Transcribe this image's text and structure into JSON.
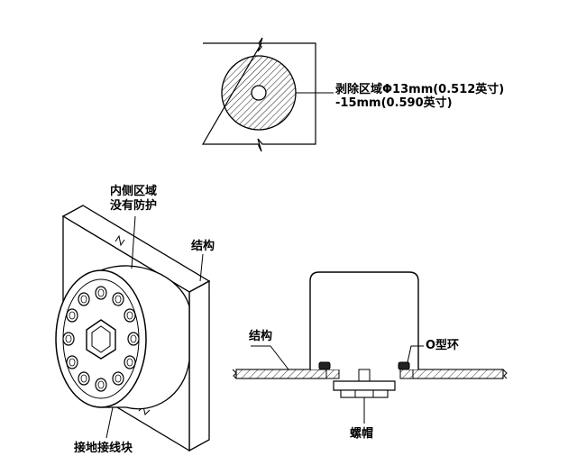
{
  "top_view": {
    "label_line1": "剥除区域Φ13mm(0.512英寸)",
    "label_line2": "-15mm(0.590英寸)"
  },
  "left_view": {
    "inner_label_line1": "内侧区域",
    "inner_label_line2": "没有防护",
    "structure_label": "结构",
    "ground_block_label": "接地接线块"
  },
  "right_view": {
    "structure_label": "结构",
    "oring_label": "O型环",
    "nut_label": "螺帽"
  }
}
